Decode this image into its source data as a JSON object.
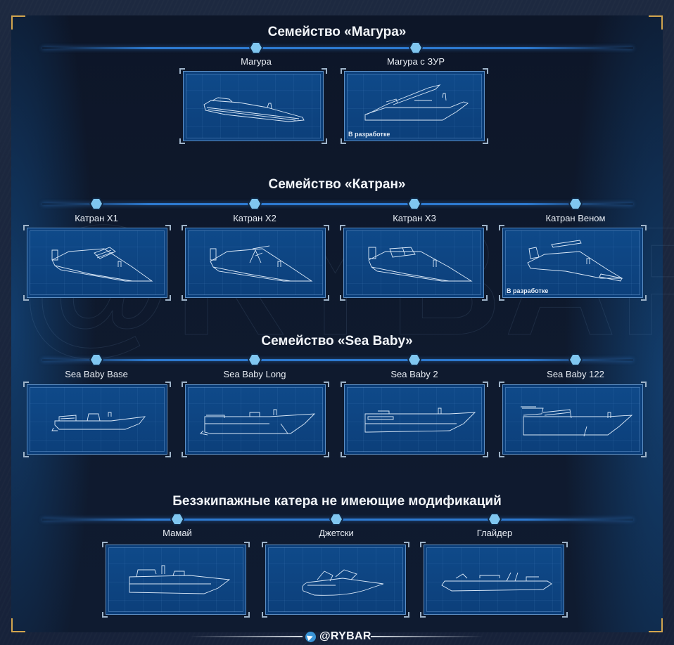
{
  "watermark": "@RYBAR",
  "sections": [
    {
      "title": "Семейство «Магура»",
      "items": [
        {
          "label": "Магура",
          "status": "",
          "boat": "magura"
        },
        {
          "label": "Магура с ЗУР",
          "status": "В разработке",
          "boat": "magura-zur"
        }
      ]
    },
    {
      "title": "Семейство «Катран»",
      "items": [
        {
          "label": "Катран X1",
          "status": "",
          "boat": "katran-x1"
        },
        {
          "label": "Катран X2",
          "status": "",
          "boat": "katran-x2"
        },
        {
          "label": "Катран X3",
          "status": "",
          "boat": "katran-x3"
        },
        {
          "label": "Катран Веном",
          "status": "В разработке",
          "boat": "katran-venom"
        }
      ]
    },
    {
      "title": "Семейство «Sea Baby»",
      "items": [
        {
          "label": "Sea Baby Base",
          "status": "",
          "boat": "seababy-base"
        },
        {
          "label": "Sea Baby Long",
          "status": "",
          "boat": "seababy-long"
        },
        {
          "label": "Sea Baby 2",
          "status": "",
          "boat": "seababy-2"
        },
        {
          "label": "Sea Baby 122",
          "status": "",
          "boat": "seababy-122"
        }
      ]
    },
    {
      "title": "Безэкипажные катера не имеющие модификаций",
      "items": [
        {
          "label": "Мамай",
          "status": "",
          "boat": "mamai"
        },
        {
          "label": "Джетски",
          "status": "",
          "boat": "jetski"
        },
        {
          "label": "Глайдер",
          "status": "",
          "boat": "glider"
        }
      ]
    }
  ],
  "footer": {
    "icon": "telegram-icon",
    "brand": "@RYBAR"
  },
  "colors": {
    "accent_gold": "#d2a54e",
    "connector_blue": "#2d7ad0",
    "node_blue": "#7fc6f0",
    "card_blue": "#0f4a8a",
    "background": "#0d1628"
  }
}
